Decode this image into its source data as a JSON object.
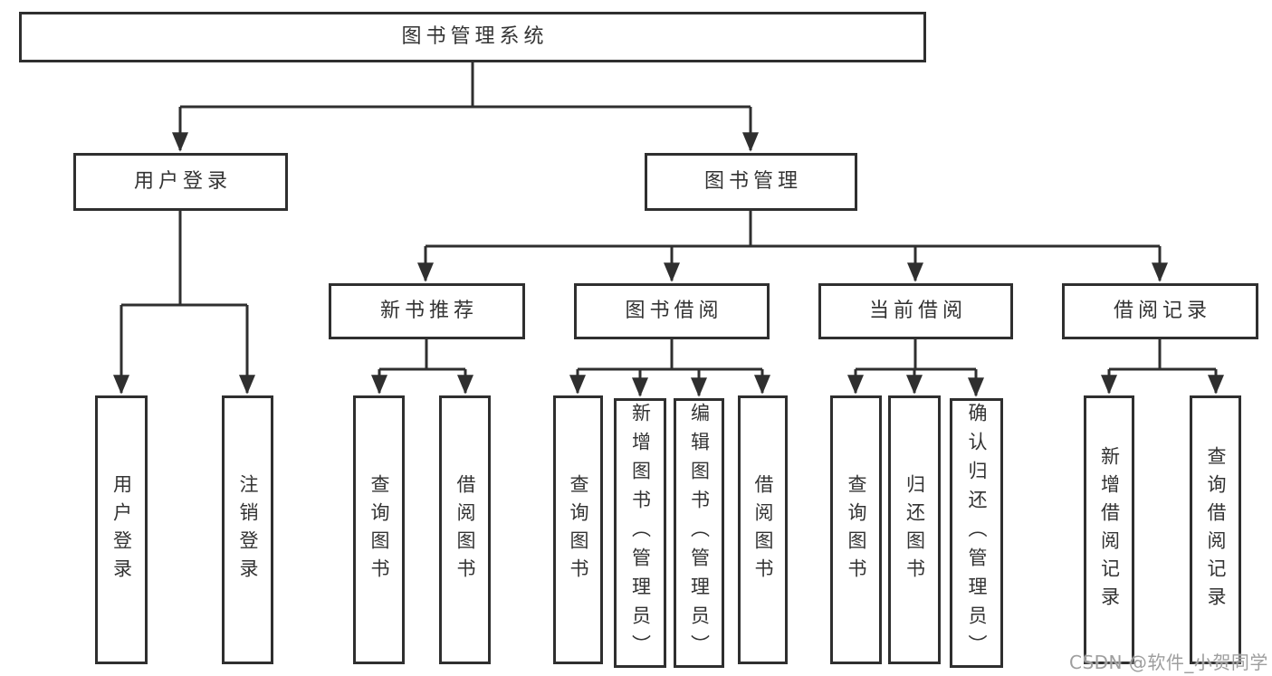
{
  "diagram_title": "图书管理系统",
  "tree": {
    "label": "图书管理系统",
    "children": [
      {
        "label": "用户登录",
        "children": [
          {
            "label": "用户登录"
          },
          {
            "label": "注销登录"
          }
        ]
      },
      {
        "label": "图书管理",
        "children": [
          {
            "label": "新书推荐",
            "children": [
              {
                "label": "查询图书"
              },
              {
                "label": "借阅图书"
              }
            ]
          },
          {
            "label": "图书借阅",
            "children": [
              {
                "label": "查询图书"
              },
              {
                "label": "新增图书（管理员）"
              },
              {
                "label": "编辑图书（管理员）"
              },
              {
                "label": "借阅图书"
              }
            ]
          },
          {
            "label": "当前借阅",
            "children": [
              {
                "label": "查询图书"
              },
              {
                "label": "归还图书"
              },
              {
                "label": "确认归还（管理员）"
              }
            ]
          },
          {
            "label": "借阅记录",
            "children": [
              {
                "label": "新增借阅记录"
              },
              {
                "label": "查询借阅记录"
              }
            ]
          }
        ]
      }
    ]
  },
  "watermark": "CSDN @软件_小贺同学",
  "colors": {
    "line": "#2f2f2f",
    "text": "#333333",
    "box_background": "#ffffff",
    "watermark": "#9e9e9e"
  }
}
